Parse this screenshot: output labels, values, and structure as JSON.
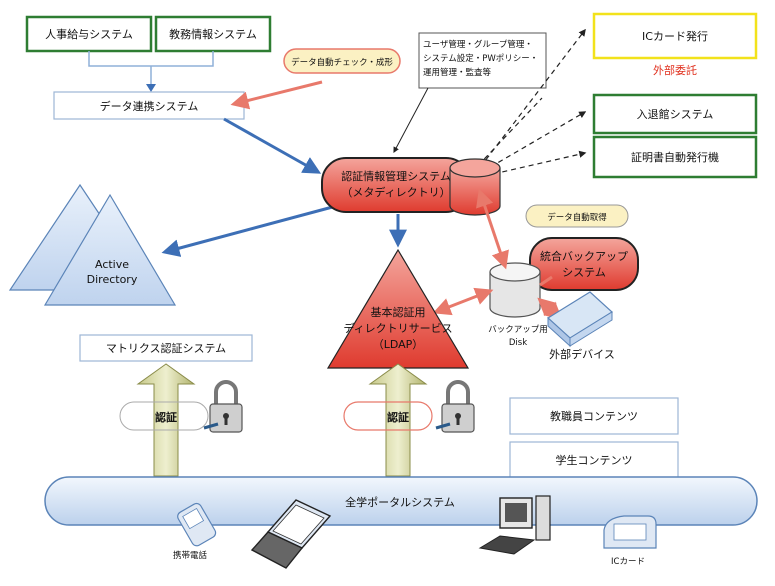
{
  "sources": {
    "hr": "人事給与システム",
    "teacher": "教務情報システム"
  },
  "data_link": "データ連携システム",
  "auto_check": "データ自動チェック・成形",
  "mgmt_note": [
    "ユーザ管理・グループ管理・",
    "システム設定・PWポリシー・",
    "運用管理・監査等"
  ],
  "meta": [
    "認証情報管理システム",
    "（メタディレクトリ）"
  ],
  "ic_card_issue": "ICカード発行",
  "outsourced": "外部委託",
  "entry_exit": "入退館システム",
  "cert_auto": "証明書自動発行機",
  "active_directory": [
    "Active",
    "Directory"
  ],
  "data_auto_fetch": "データ自動取得",
  "backup_system": [
    "統合バックアップ",
    "システム"
  ],
  "ldap": [
    "基本認証用",
    "ディレクトリサービス",
    "（LDAP）"
  ],
  "backup_disk": [
    "バックアップ用",
    "Disk"
  ],
  "external_device": "外部デバイス",
  "matrix_auth": "マトリクス認証システム",
  "auth_label": "認証",
  "faculty_contents": "教職員コンテンツ",
  "student_contents": "学生コンテンツ",
  "portal": "全学ポータルシステム",
  "mobile_phone": "携帯電話",
  "ic_card": "ICカード",
  "colors": {
    "green_border": "#2e7d32",
    "yellow_border": "#f2e21b",
    "red_fill": "#e9534a",
    "blue_arrow": "#3d6fb6",
    "salmon_arrow": "#e8796b",
    "light_blue": "#d8e6f5"
  }
}
